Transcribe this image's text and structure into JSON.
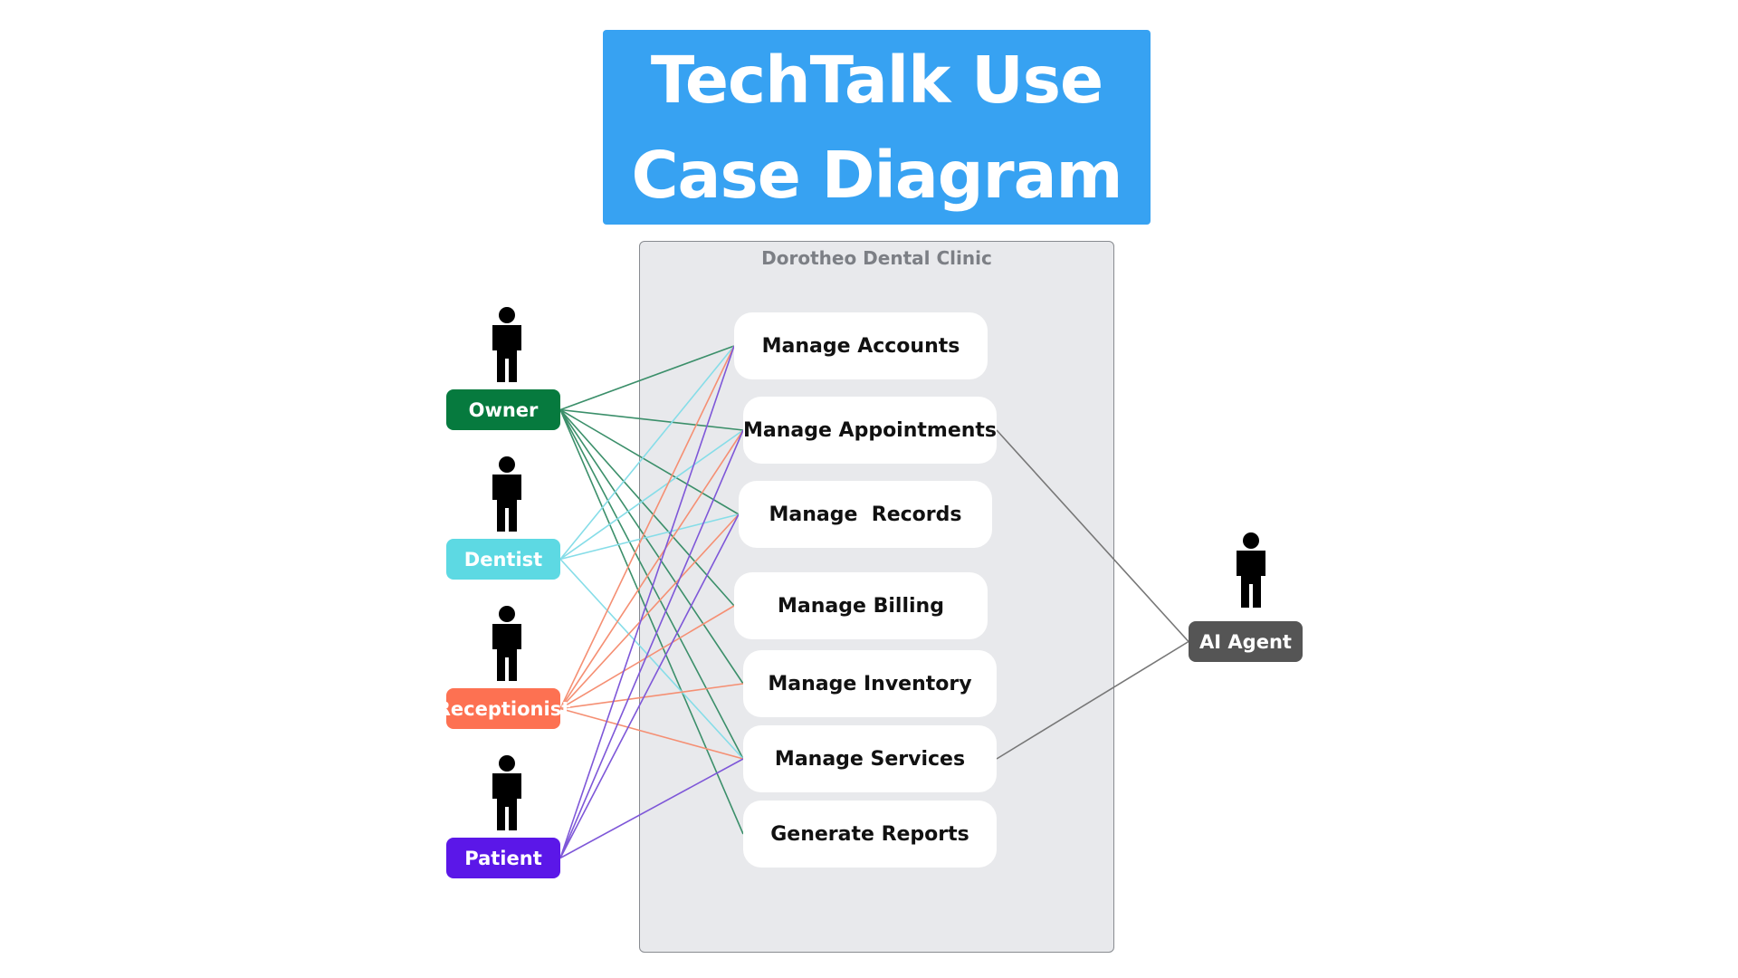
{
  "title": {
    "line1": "TechTalk Use",
    "line2": "Case Diagram"
  },
  "system": {
    "name": "Dorotheo Dental Clinic"
  },
  "use_cases": [
    {
      "id": "accounts",
      "label": "Manage Accounts"
    },
    {
      "id": "appointments",
      "label": "Manage Appointments"
    },
    {
      "id": "records",
      "label": "Manage  Records"
    },
    {
      "id": "billing",
      "label": "Manage Billing"
    },
    {
      "id": "inventory",
      "label": "Manage Inventory"
    },
    {
      "id": "services",
      "label": "Manage Services"
    },
    {
      "id": "reports",
      "label": "Generate Reports"
    }
  ],
  "actors": [
    {
      "id": "owner",
      "label": "Owner",
      "color": "#067a3e",
      "line_color": "#3b8f6a"
    },
    {
      "id": "dentist",
      "label": "Dentist",
      "color": "#5dd9e3",
      "line_color": "#86dde8"
    },
    {
      "id": "receptionist",
      "label": "Receptionist",
      "color": "#fd7152",
      "line_color": "#f58f73"
    },
    {
      "id": "patient",
      "label": "Patient",
      "color": "#5b17e8",
      "line_color": "#7e57d8"
    },
    {
      "id": "ai",
      "label": "AI Agent",
      "color": "#555555",
      "line_color": "#777777"
    }
  ],
  "associations": [
    {
      "actor": "owner",
      "use_cases": [
        "accounts",
        "appointments",
        "records",
        "billing",
        "inventory",
        "services",
        "reports"
      ]
    },
    {
      "actor": "dentist",
      "use_cases": [
        "accounts",
        "appointments",
        "records",
        "services"
      ]
    },
    {
      "actor": "receptionist",
      "use_cases": [
        "accounts",
        "appointments",
        "records",
        "billing",
        "inventory",
        "services"
      ]
    },
    {
      "actor": "patient",
      "use_cases": [
        "accounts",
        "appointments",
        "records",
        "services"
      ]
    },
    {
      "actor": "ai",
      "use_cases": [
        "appointments",
        "services"
      ]
    }
  ]
}
